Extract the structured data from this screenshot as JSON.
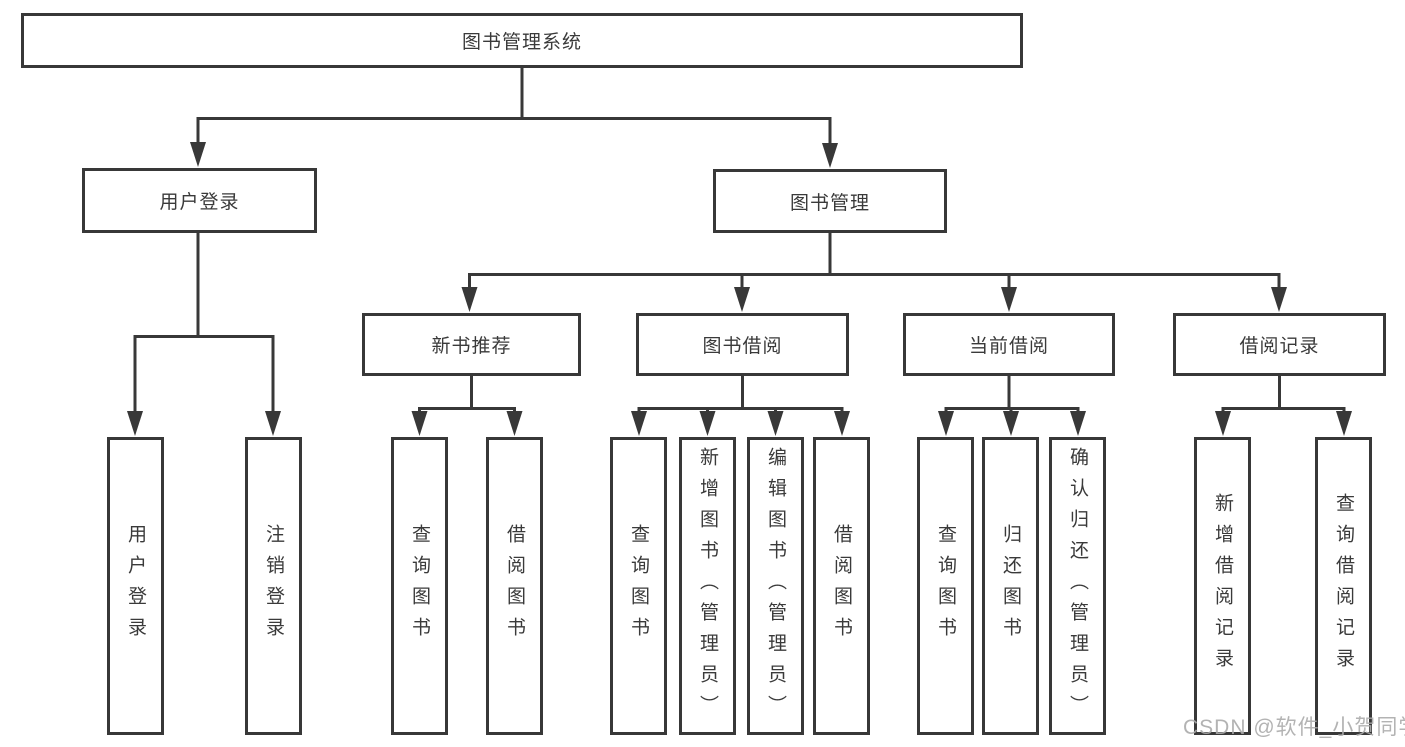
{
  "diagram_type": "hierarchy-tree",
  "tree": {
    "label": "图书管理系统",
    "children": [
      {
        "label": "用户登录",
        "children": [
          {
            "label": "用户登录"
          },
          {
            "label": "注销登录"
          }
        ]
      },
      {
        "label": "图书管理",
        "children": [
          {
            "label": "新书推荐",
            "children": [
              {
                "label": "查询图书"
              },
              {
                "label": "借阅图书"
              }
            ]
          },
          {
            "label": "图书借阅",
            "children": [
              {
                "label": "查询图书"
              },
              {
                "label": "新增图书（管理员）"
              },
              {
                "label": "编辑图书（管理员）"
              },
              {
                "label": "借阅图书"
              }
            ]
          },
          {
            "label": "当前借阅",
            "children": [
              {
                "label": "查询图书"
              },
              {
                "label": "归还图书"
              },
              {
                "label": "确认归还（管理员）"
              }
            ]
          },
          {
            "label": "借阅记录",
            "children": [
              {
                "label": "新增借阅记录"
              },
              {
                "label": "查询借阅记录"
              }
            ]
          }
        ]
      }
    ]
  },
  "watermark": {
    "text": "CSDN @软件_小贺同学"
  },
  "colors": {
    "line": "#383838",
    "box_border": "#383838",
    "text": "#3a3a3a",
    "background": "#ffffff",
    "watermark": "#ababab"
  }
}
